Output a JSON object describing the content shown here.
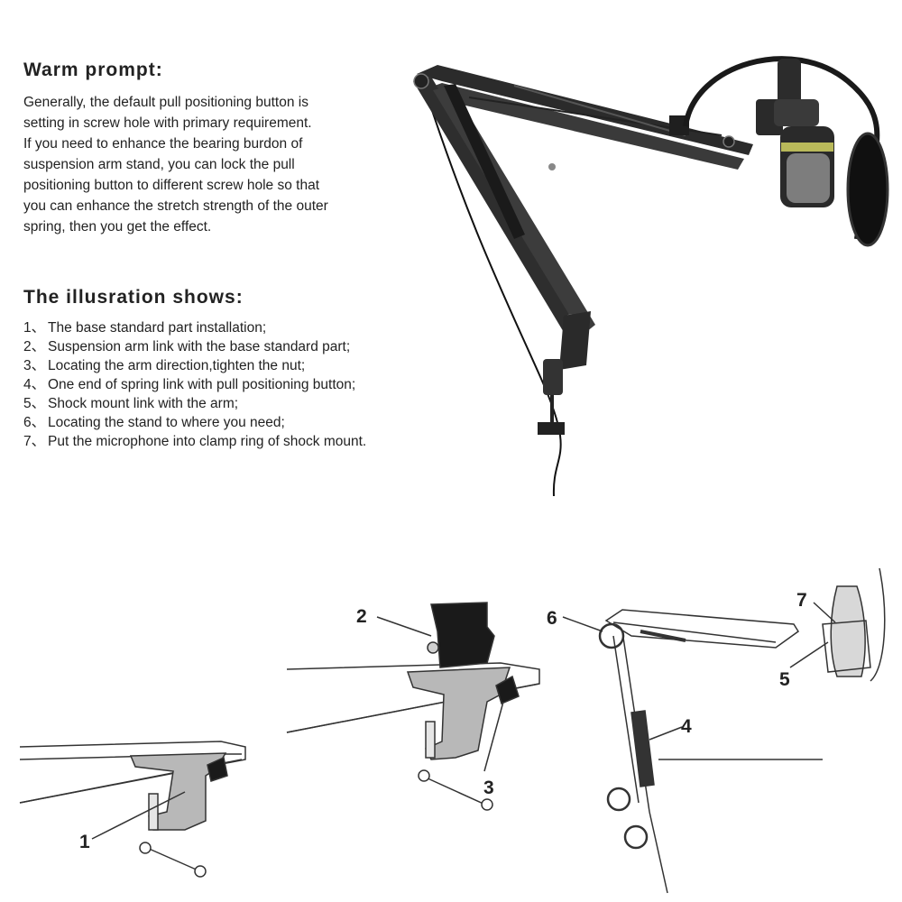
{
  "warm_prompt": {
    "title": "Warm prompt:",
    "lines": [
      "Generally, the default pull positioning  button is",
      "setting in screw hole with primary requirement.",
      "If you need to enhance the bearing burdon of",
      "suspension arm stand, you can lock the pull",
      "positioning button to different screw hole so that",
      "you can enhance the stretch strength of the outer",
      "spring, then you get the effect."
    ]
  },
  "illustration": {
    "title": "The illusration shows:",
    "steps": [
      {
        "num": "1、",
        "text": "The base standard part installation;"
      },
      {
        "num": "2、",
        "text": "Suspension arm link with the base standard part;"
      },
      {
        "num": "3、",
        "text": "Locating the arm direction,tighten the nut;"
      },
      {
        "num": "4、",
        "text": "One end of spring link with pull positioning button;"
      },
      {
        "num": "5、",
        "text": "Shock mount link with the arm;"
      },
      {
        "num": "6、",
        "text": "Locating the stand to where you need;"
      },
      {
        "num": "7、",
        "text": "Put the microphone into clamp ring of shock mount."
      }
    ]
  },
  "callouts": [
    "1",
    "2",
    "3",
    "4",
    "5",
    "6",
    "7"
  ]
}
